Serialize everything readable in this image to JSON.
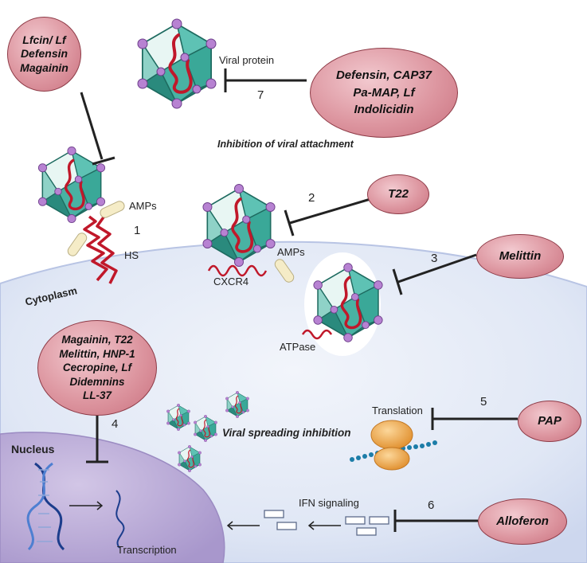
{
  "ovals": {
    "group1": [
      "Lfcin/ Lf",
      "Defensin",
      "Magainin"
    ],
    "group7": [
      "Defensin, CAP37",
      "Pa-MAP, Lf",
      "Indolicidin"
    ],
    "t22": "T22",
    "melittin": "Melittin",
    "group4": [
      "Magainin, T22",
      "Melittin, HNP-1",
      "Cecropine, Lf",
      "Didemnins",
      "LL-37"
    ],
    "pap": "PAP",
    "alloferon": "Alloferon"
  },
  "labels": {
    "viral_protein": "Viral protein",
    "inhibition_attachment": "Inhibition of viral attachment",
    "amps_1": "AMPs",
    "hs": "HS",
    "amps_2": "AMPs",
    "cxcr4": "CXCR4",
    "atpase": "ATPase",
    "cytoplasm": "Cytoplasm",
    "nucleus": "Nucleus",
    "viral_spreading": "Viral spreading inhibition",
    "translation": "Translation",
    "ifn_signaling": "IFN signaling",
    "transcription": "Transcription"
  },
  "numbers": {
    "n1": "1",
    "n2": "2",
    "n3": "3",
    "n4": "4",
    "n5": "5",
    "n6": "6",
    "n7": "7"
  },
  "colors": {
    "oval_fill": "#dd96a0",
    "oval_border": "#8e3b47",
    "cell": "#dfe6f5",
    "nucleus": "#b7a8d4",
    "capsid": "#3ea799",
    "vertex": "#b782d2",
    "rna": "#c0182a",
    "ribosome": "#f0a548",
    "mrna": "#1c7da8"
  }
}
